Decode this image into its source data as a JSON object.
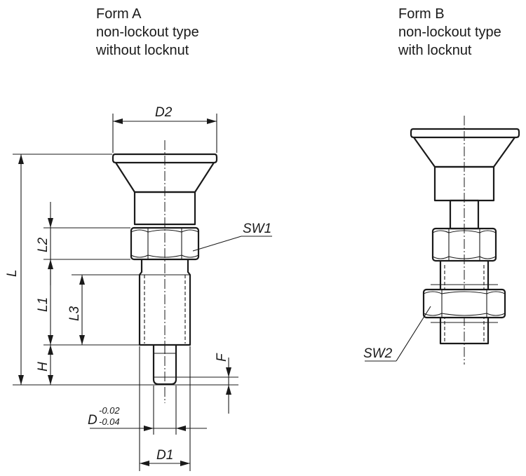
{
  "form_a": {
    "lines": [
      "Form A",
      "non-lockout type",
      "without locknut"
    ]
  },
  "form_b": {
    "lines": [
      "Form B",
      "non-lockout type",
      "with locknut"
    ]
  },
  "dimensions": {
    "d2": "D2",
    "l": "L",
    "l2": "L2",
    "l1": "L1",
    "l3": "L3",
    "h": "H",
    "f": "F",
    "sw1": "SW1",
    "sw2": "SW2",
    "d": "D",
    "d_tol_upper": "-0.02",
    "d_tol_lower": "-0.04",
    "d1": "D1"
  }
}
